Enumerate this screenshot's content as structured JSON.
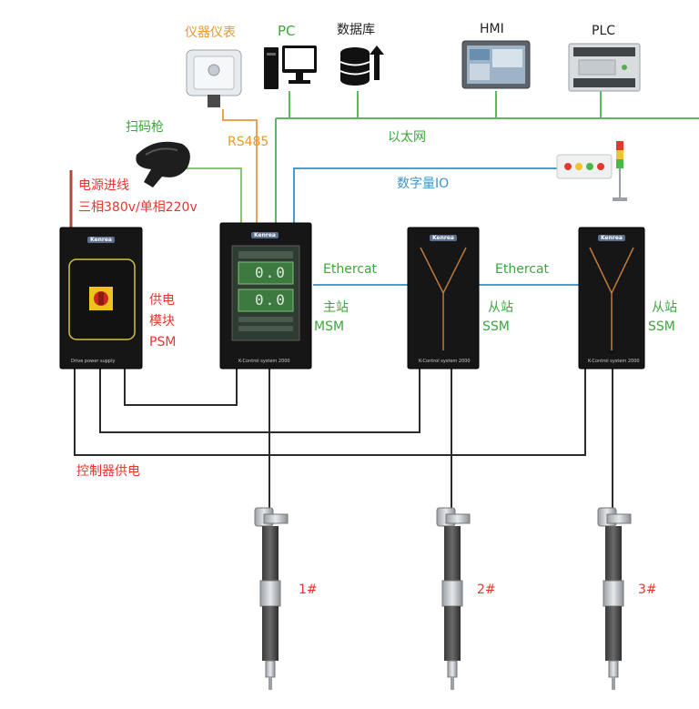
{
  "devices": {
    "meter": "仪器仪表",
    "pc": "PC",
    "database": "数据库",
    "hmi": "HMI",
    "plc": "PLC",
    "scanner": "扫码枪"
  },
  "links": {
    "rs485": "RS485",
    "ethernet": "以太网",
    "digital_io": "数字量IO",
    "ethercat_1": "Ethercat",
    "ethercat_2": "Ethercat",
    "controller_power": "控制器供电"
  },
  "power_input": {
    "line1": "电源进线",
    "line2": "三相380v/单相220v"
  },
  "modules": {
    "psm": {
      "line1": "供电",
      "line2": "模块",
      "line3": "PSM",
      "brand": "Kenrea",
      "footer": "Drive power supply"
    },
    "msm": {
      "line1": "主站",
      "line2": "MSM",
      "brand": "Kenrea",
      "footer": "K-Control system 2000",
      "readout_1": "0.0",
      "readout_2": "0.0"
    },
    "ssm1": {
      "line1": "从站",
      "line2": "SSM",
      "brand": "Kenrea",
      "footer": "K-Control system 2000"
    },
    "ssm2": {
      "line1": "从站",
      "line2": "SSM",
      "brand": "Kenrea",
      "footer": "K-Control system 2000"
    }
  },
  "tools": {
    "tool1": "1#",
    "tool2": "2#",
    "tool3": "3#"
  },
  "colors": {
    "power_line": "#2b2b2b",
    "ethernet": "#5cb85c",
    "io_line": "#4a9ccf",
    "rs485_line": "#f0a04b",
    "scanner_line": "#8cc56a",
    "power_input_line": "#a94a3c"
  }
}
